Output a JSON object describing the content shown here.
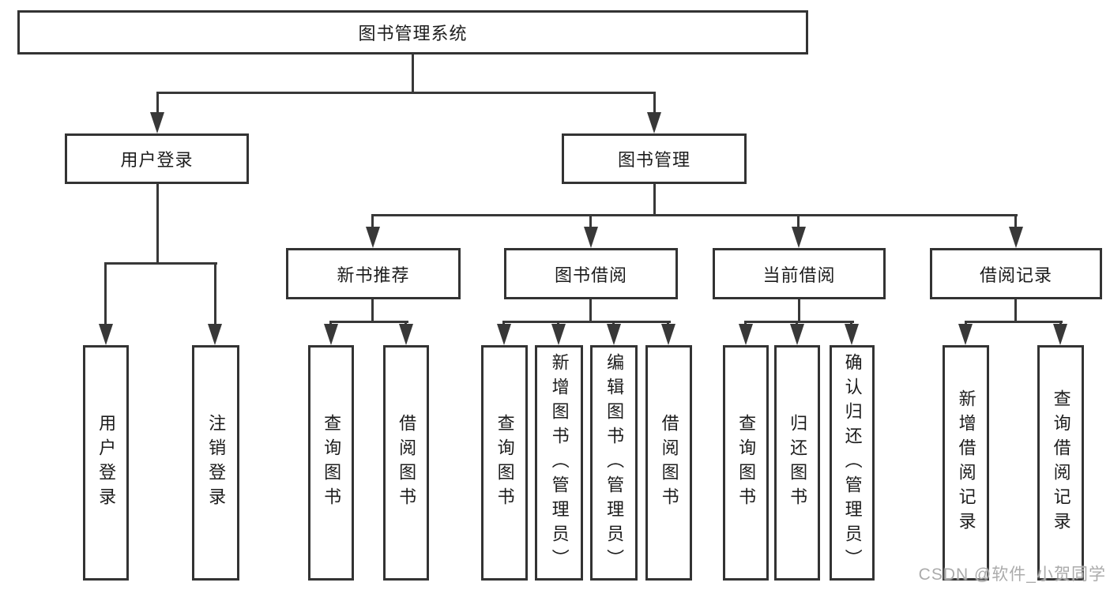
{
  "nodes": {
    "root": "图书管理系统",
    "level2": {
      "user_login": "用户登录",
      "book_management": "图书管理"
    },
    "level3": {
      "new_book_recommend": "新书推荐",
      "book_borrow": "图书借阅",
      "current_borrow": "当前借阅",
      "borrow_record": "借阅记录"
    },
    "leaves": {
      "user_login": "用户登录",
      "logout": "注销登录",
      "rec_query_book": "查询图书",
      "rec_borrow_book": "借阅图书",
      "bb_query_book": "查询图书",
      "bb_add_book": "新增图书（管理员）",
      "bb_edit_book": "编辑图书（管理员）",
      "bb_borrow_book": "借阅图书",
      "cb_query_book": "查询图书",
      "cb_return_book": "归还图书",
      "cb_confirm_return": "确认归还（管理员）",
      "br_add_record": "新增借阅记录",
      "br_query_record": "查询借阅记录"
    }
  },
  "watermark": "CSDN @软件_小贺同学",
  "colors": {
    "border": "#333333",
    "line": "#383838",
    "text": "#1c1c1c",
    "watermark": "#ababab",
    "background": "#ffffff"
  }
}
